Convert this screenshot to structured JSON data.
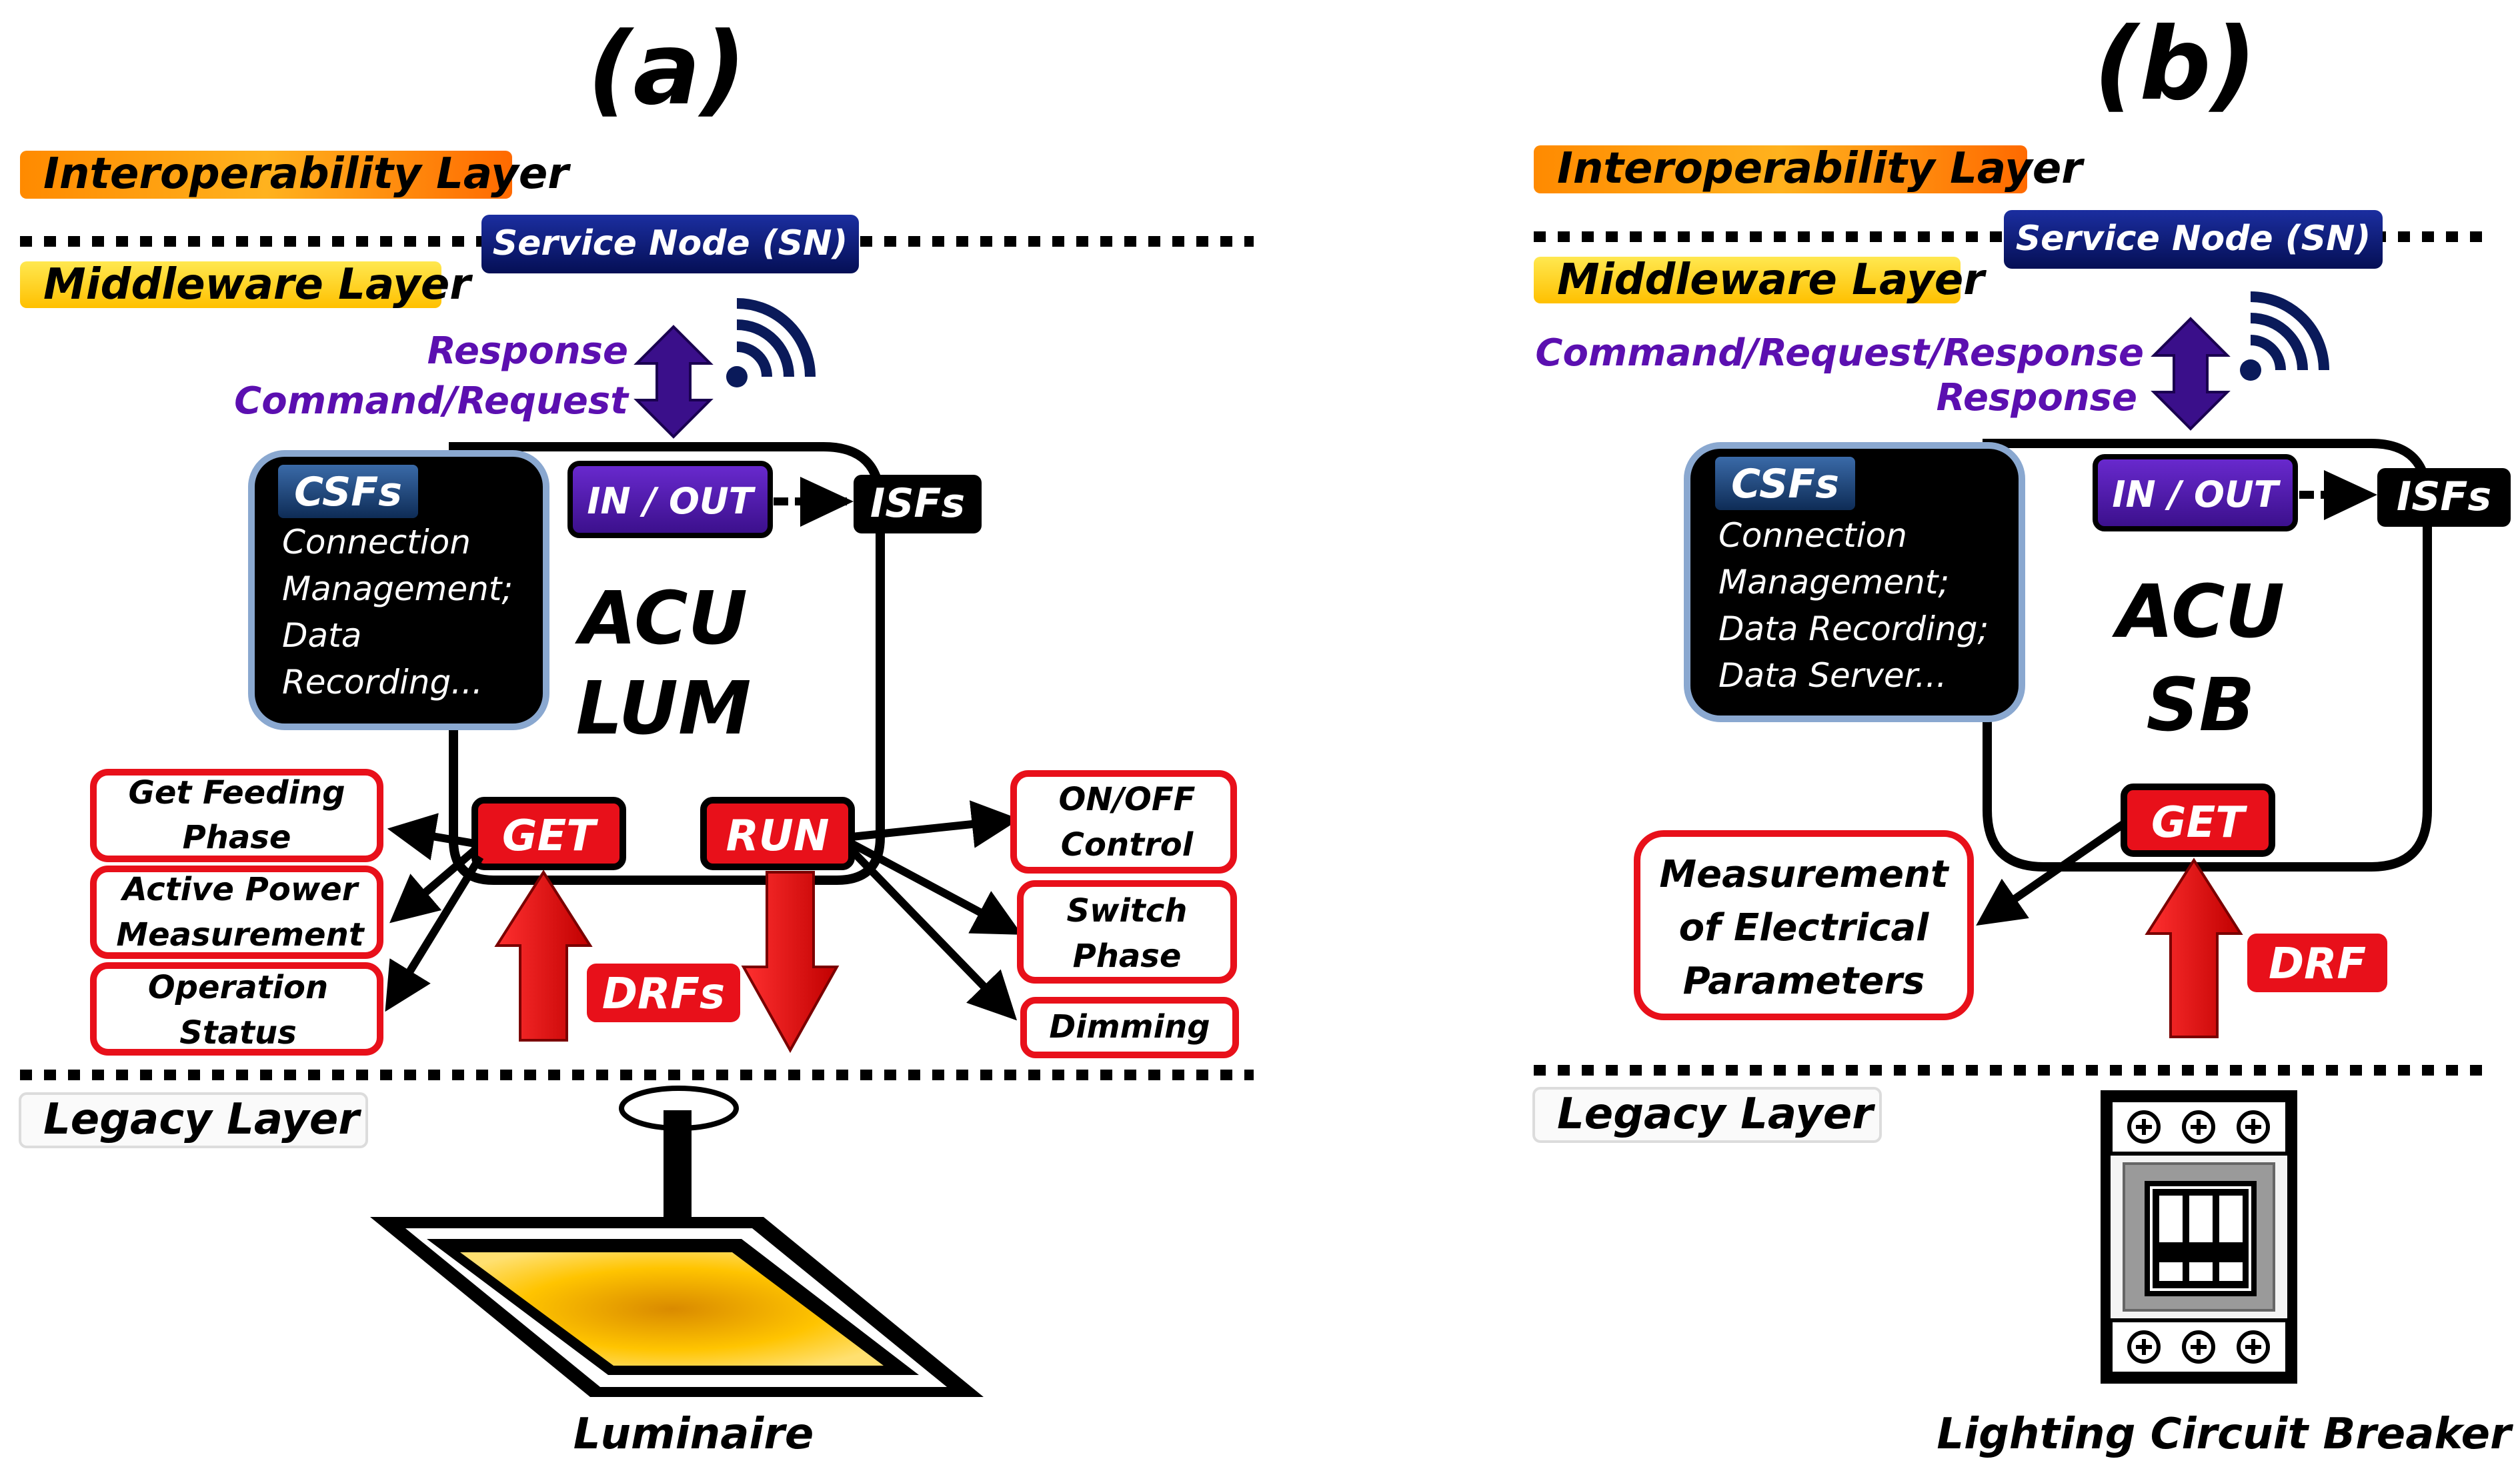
{
  "panel_a": {
    "label": "(a)",
    "interoperability_layer": "Interoperability Layer",
    "middleware_layer": "Middleware Layer",
    "legacy_layer": "Legacy Layer",
    "service_node": "Service Node (SN)",
    "response": "Response",
    "command_request": "Command/Request",
    "csfs_title": "CSFs",
    "csfs_lines": [
      "Connection",
      "Management;",
      "Data",
      "Recording..."
    ],
    "in_out": "IN / OUT",
    "isfs": "ISFs",
    "acu": "ACU",
    "acu_sub": "LUM",
    "get": "GET",
    "run": "RUN",
    "drfs": "DRFs",
    "get_targets": [
      [
        "Get Feeding",
        "Phase"
      ],
      [
        "Active Power",
        "Measurement"
      ],
      [
        "Operation",
        "Status"
      ]
    ],
    "run_targets": [
      [
        "ON/OFF",
        "Control"
      ],
      [
        "Switch",
        "Phase"
      ],
      [
        "Dimming"
      ]
    ],
    "device_caption": "Luminaire"
  },
  "panel_b": {
    "label": "(b)",
    "interoperability_layer": "Interoperability Layer",
    "middleware_layer": "Middleware Layer",
    "legacy_layer": "Legacy Layer",
    "service_node": "Service Node (SN)",
    "command_request_response": "Command/Request/Response",
    "response": "Response",
    "csfs_title": "CSFs",
    "csfs_lines": [
      "Connection",
      "Management;",
      "Data Recording;",
      "Data Server..."
    ],
    "in_out": "IN / OUT",
    "isfs": "ISFs",
    "acu": "ACU",
    "acu_sub": "SB",
    "get": "GET",
    "drf": "DRF",
    "get_target": [
      "Measurement",
      "of Electrical",
      "Parameters"
    ],
    "device_caption": "Lighting Circuit Breaker"
  },
  "colors": {
    "purple_text": "#5b0fb0",
    "red_box": "#e8101a",
    "navy": "#0a1a7a",
    "purple_box": "#4b1aa0",
    "orange_grad": "#ff7a00",
    "yellow_grad": "#ffd21a"
  },
  "icons": [
    "wifi-icon",
    "luminaire-icon",
    "circuit-breaker-icon"
  ]
}
